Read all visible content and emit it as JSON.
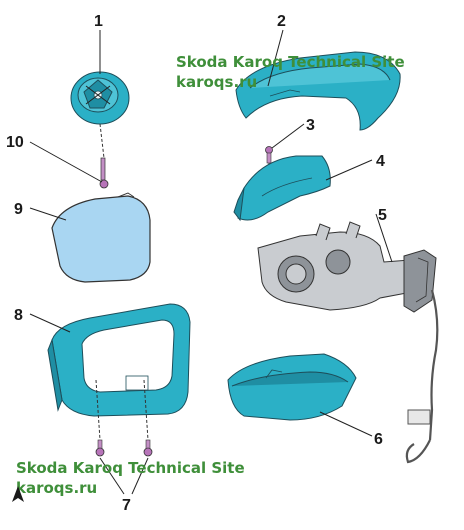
{
  "watermark": {
    "top_line1": "Skoda Karoq Technical Site",
    "top_line2": "karoqs.ru",
    "bottom_line1": "Skoda Karoq Technical Site",
    "bottom_line2": "karoqs.ru"
  },
  "callouts": [
    "1",
    "2",
    "3",
    "4",
    "5",
    "6",
    "7",
    "8",
    "9",
    "10"
  ],
  "colors": {
    "part_teal": "#2bb0c6",
    "mirror_glass": "#a9d6f2",
    "housing_grey": "#c9ccd0",
    "screw": "#b774b9",
    "watermark_green": "#3f8f3a"
  }
}
